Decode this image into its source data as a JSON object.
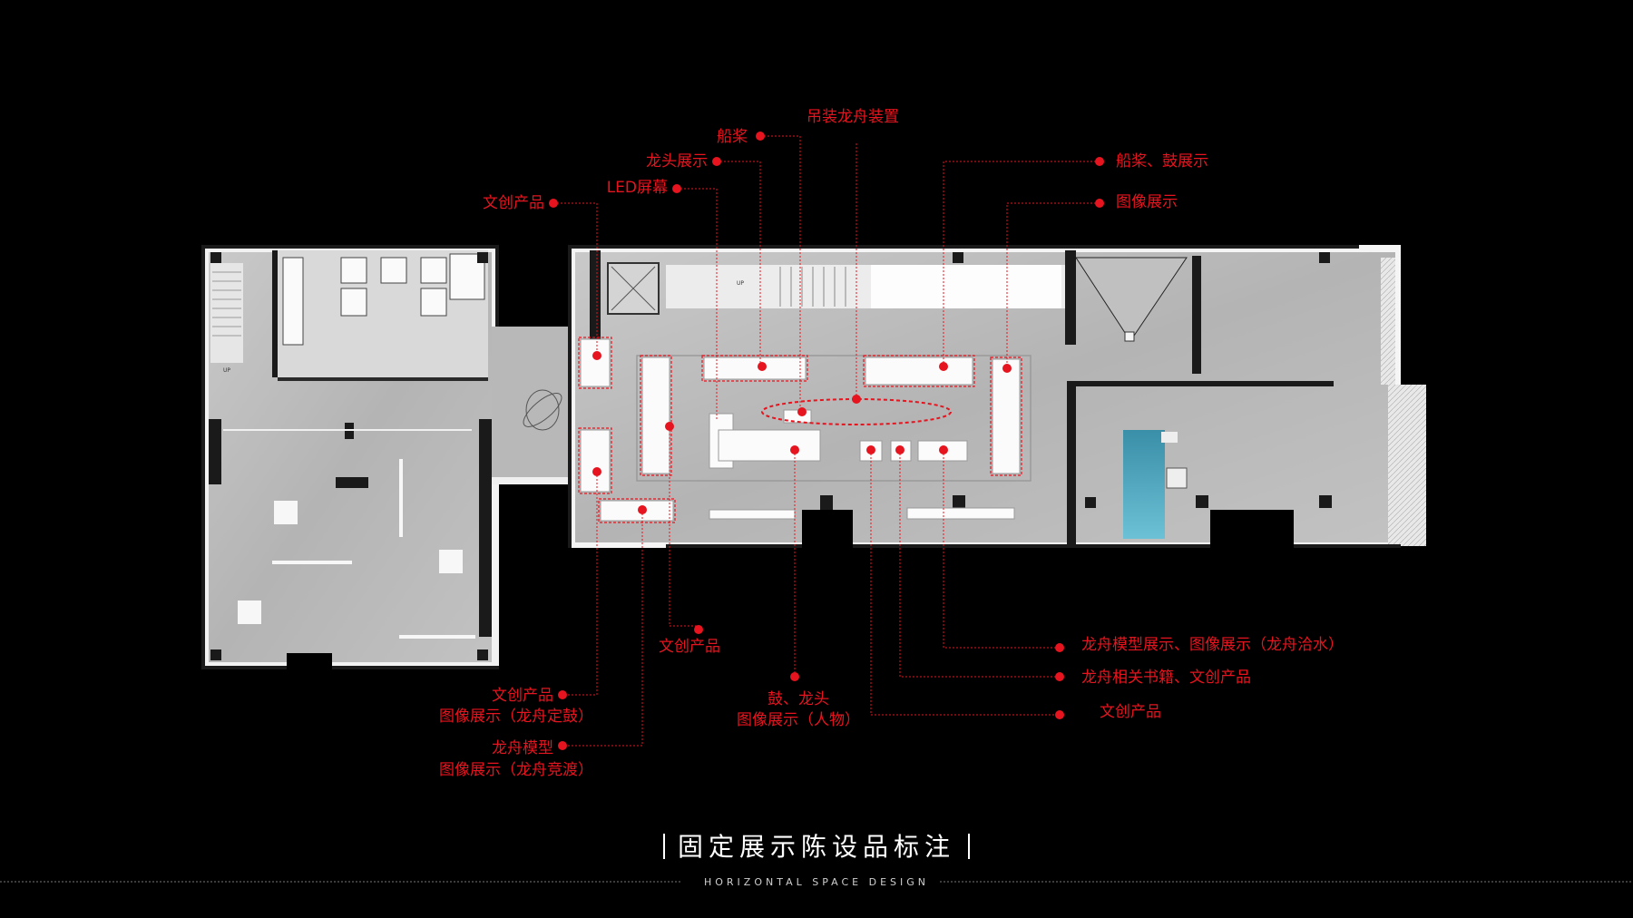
{
  "colors": {
    "background": "#000000",
    "accent": "#e5141e",
    "floor": "#bdbdbd",
    "wall": "#1a1a1a"
  },
  "labels": {
    "chuanjiang_top": "船桨",
    "diaozhuang": "吊装龙舟装置",
    "longtou": "龙头展示",
    "chuanjiang_gu": "船桨、鼓展示",
    "led": "LED屏幕",
    "tuxiang": "图像展示",
    "wenchuang_top": "文创产品",
    "wenchuang_mid": "文创产品",
    "wenchuang_dinggu_1": "文创产品",
    "wenchuang_dinggu_2": "图像展示（龙舟定鼓）",
    "moxing_1": "龙舟模型",
    "moxing_2": "图像展示（龙舟竞渡）",
    "gu_longtou_1": "鼓、龙头",
    "gu_longtou_2": "图像展示（人物）",
    "qiashui": "龙舟模型展示、图像展示（龙舟洽水）",
    "shuji": "龙舟相关书籍、文创产品",
    "wenchuang_right": "文创产品"
  },
  "plan_marks": {
    "up_1": "UP",
    "up_2": "UP"
  },
  "title": "固定展示陈设品标注",
  "subtitle": "HORIZONTAL SPACE DESIGN"
}
